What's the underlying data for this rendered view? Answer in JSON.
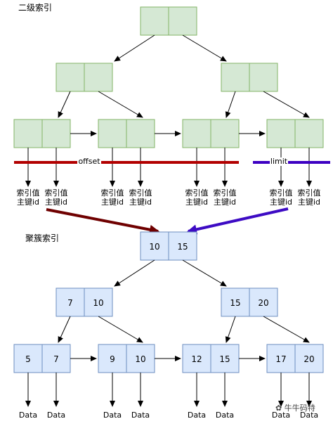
{
  "secondary_index_title": "二级索引",
  "clustered_index_title": "聚簇索引",
  "offset_label": "offset",
  "limit_label": "limit",
  "leaf_label": {
    "line1": "索引值",
    "line2": "主键id"
  },
  "clustered_tree": {
    "root": [
      "10",
      "15"
    ],
    "internal": [
      [
        "7",
        "10"
      ],
      [
        "15",
        "20"
      ]
    ],
    "leaves": [
      [
        "5",
        "7"
      ],
      [
        "9",
        "10"
      ],
      [
        "12",
        "15"
      ],
      [
        "17",
        "20"
      ]
    ]
  },
  "data_label": "Data",
  "watermark": "牛牛码特",
  "colors": {
    "green_fill": "#d5e8d4",
    "green_stroke": "#82b366",
    "blue_fill": "#dae8fc",
    "blue_stroke": "#6c8ebf",
    "offset_line": "#b20000",
    "limit_line": "#3d00c2",
    "arrow_dark_red": "#6f0000",
    "arrow_blue": "#3d0bc4"
  }
}
